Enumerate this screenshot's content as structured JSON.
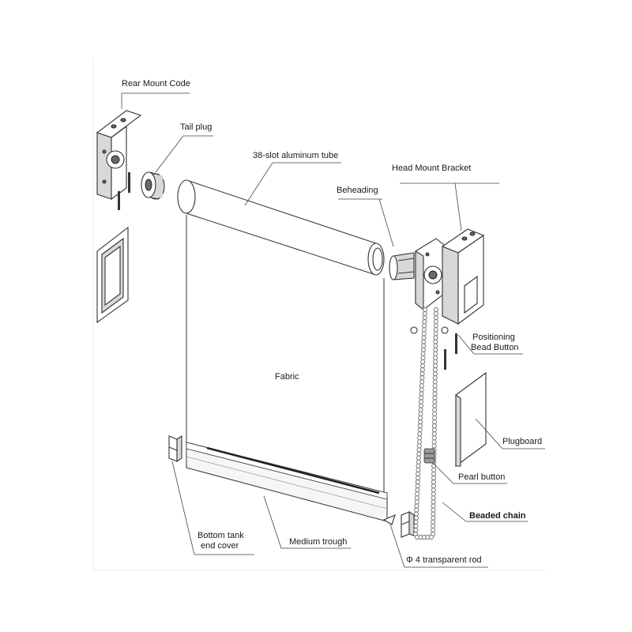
{
  "labels": {
    "rear_mount_code": "Rear Mount Code",
    "tail_plug": "Tail plug",
    "aluminum_tube": "38-slot aluminum tube",
    "head_mount_bracket": "Head Mount Bracket",
    "beheading": "Beheading",
    "positioning_line1": "Positioning",
    "positioning_line2": "Bead Button",
    "fabric": "Fabric",
    "plugboard": "Plugboard",
    "pearl_button": "Pearl button",
    "beaded_chain": "Beaded chain",
    "bottom_tank_line1": "Bottom tank",
    "bottom_tank_line2": "end cover",
    "medium_trough": "Medium trough",
    "transparent_rod": "Φ 4 transparent rod"
  }
}
